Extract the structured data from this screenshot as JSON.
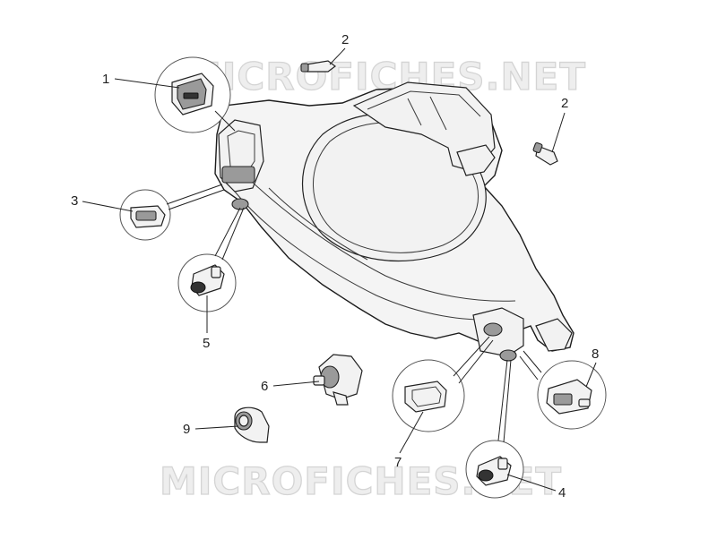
{
  "watermark": {
    "top": "MICROFICHES.NET",
    "bottom": "MICROFICHES.NET"
  },
  "callouts": [
    {
      "id": "1",
      "label": "1"
    },
    {
      "id": "2a",
      "label": "2"
    },
    {
      "id": "2b",
      "label": "2"
    },
    {
      "id": "3",
      "label": "3"
    },
    {
      "id": "4",
      "label": "4"
    },
    {
      "id": "5",
      "label": "5"
    },
    {
      "id": "6",
      "label": "6"
    },
    {
      "id": "7",
      "label": "7"
    },
    {
      "id": "8",
      "label": "8"
    },
    {
      "id": "9",
      "label": "9"
    }
  ],
  "parts": [
    {
      "id": "1",
      "icon": "rocker-switch-icon"
    },
    {
      "id": "2",
      "icon": "bulb-icon"
    },
    {
      "id": "3",
      "icon": "switch-icon"
    },
    {
      "id": "4",
      "icon": "socket-icon"
    },
    {
      "id": "5",
      "icon": "socket-icon"
    },
    {
      "id": "6",
      "icon": "ignition-lock-icon"
    },
    {
      "id": "7",
      "icon": "cover-cap-icon"
    },
    {
      "id": "8",
      "icon": "switch-icon"
    },
    {
      "id": "9",
      "icon": "ring-icon"
    }
  ]
}
